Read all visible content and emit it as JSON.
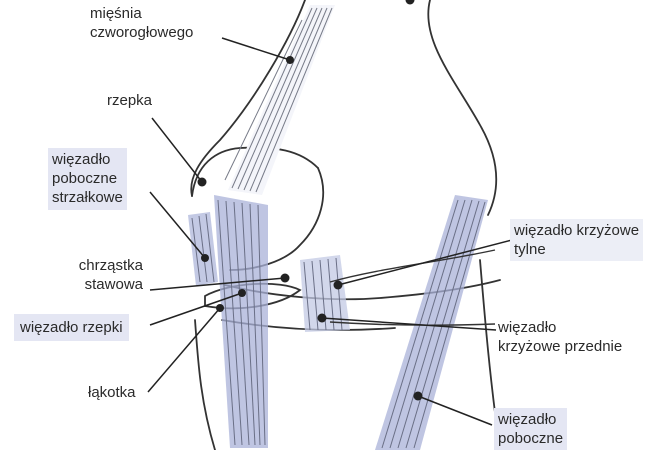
{
  "labels": {
    "quadriceps": [
      "mięśnia",
      "czworogłowego"
    ],
    "patella": "rzepka",
    "fibular_collateral": [
      "więzadło",
      "poboczne",
      "strzałkowe"
    ],
    "cartilage": [
      "chrząstka",
      "stawowa"
    ],
    "patellar_ligament": "więzadło rzepki",
    "meniscus": "łąkotka",
    "posterior_cruciate": [
      "więzadło krzyżowe",
      "tylne"
    ],
    "anterior_cruciate": [
      "więzadło",
      "krzyżowe przednie"
    ],
    "collateral": [
      "więzadło",
      "poboczne"
    ]
  },
  "colors": {
    "ligament_fill": "#aab2d8",
    "label_highlight": "#e4e6f3",
    "outline": "#333333",
    "fiber": "#777b88"
  }
}
